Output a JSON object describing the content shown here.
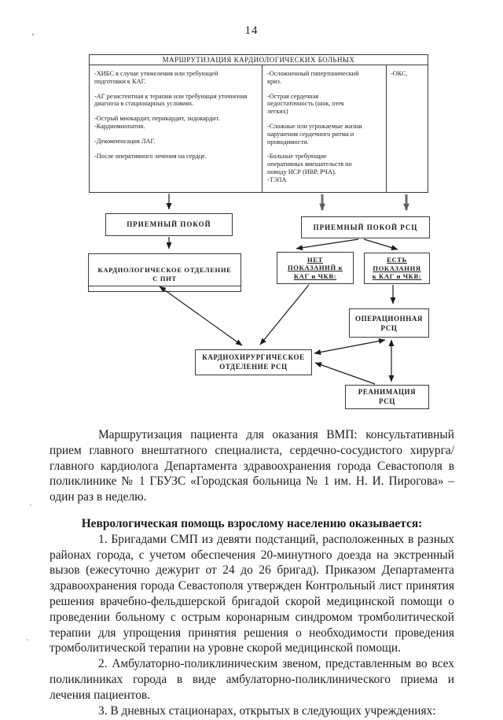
{
  "page": {
    "number": "14"
  },
  "flowchart": {
    "table": {
      "title": "МАРШРУТИЗАЦИЯ КАРДИОЛОГИЧЕСКИХ БОЛЬНЫХ",
      "col1": [
        "-ХИБС в случае утяжеления или требующей подготовки к КАГ.",
        "-АГ резистентная к терапии или требующая уточнения диагноза в стационарных условиях.",
        "-Острый миокардит, перикардит, эндокардит.\n-Кардиомиопатия.",
        "-Декомпенсация ЛАГ.",
        "-После оперативного лечения на сердце."
      ],
      "col2": [
        "-Осложненный гипертонический криз.",
        "-Острая сердечная недостаточность (шок, отек легких)",
        "-Сложные или угрожаемые жизни нарушения сердечного ритма и проводимости.",
        "-Больные требующие оперативных вмешательств по поводу НСР (ИВР, РЧА).\n-ТЭЛА"
      ],
      "col3": [
        "-ОКС."
      ]
    },
    "boxes": {
      "reception": "ПРИЕМНЫЙ ПОКОЙ",
      "reception_rsc": "ПРИЕМНЫЙ ПОКОЙ РСЦ",
      "cardiology_dept": "КАРДИОЛОГИЧЕСКОЕ ОТДЕЛЕНИЕ\nС ПИТ",
      "no_indications": "НЕТ\nПОКАЗАНИЙ к\nКАГ и ЧКВ:",
      "has_indications": "ЕСТЬ\nПОКАЗАНИЯ\nк КАГ и ЧКВ:",
      "operating_rsc": "ОПЕРАЦИОННАЯ\nРСЦ",
      "cardiosurgery_rsc": "КАРДИОХИРУРГИЧЕСКОЕ\nОТДЕЛЕНИЕ РСЦ",
      "reanimation_rsc": "РЕАНИМАЦИЯ\nРСЦ"
    },
    "colors": {
      "line": "#1c1c1c",
      "thick_arrow": "#6e6e6e",
      "border": "#3a3a3a"
    }
  },
  "text": {
    "p1": "Маршрутизация пациента для оказания ВМП: консультативный прием главного внештатного специалиста, сердечно-сосудистого хирурга/главного кардиолога Департамента здравоохранения города Севастополя в поликлинике № 1 ГБУЗС «Городская больница № 1 им. Н. И. Пирогова» – один раз в неделю.",
    "heading": "Неврологическая помощь взрослому населению оказывается:",
    "p2": "1. Бригадами СМП из девяти подстанций, расположенных в разных районах города, с учетом обеспечения 20-минутного доезда на экстренный вызов (ежесуточно дежурит от 24 до 26 бригад). Приказом Департамента здравоохранения города Севастополя утвержден Контрольный лист принятия решения врачебно-фельдшерской бригадой скорой медицинской помощи о проведении больному с острым коронарным синдромом тромболитической терапии для упрощения принятия решения о необходимости проведения тромболитической терапии на уровне скорой медицинской помощи.",
    "p3": "2. Амбулаторно-поликлиническим звеном, представленным во всех поликлиниках города в виде амбулаторно-поликлинического приема и лечения пациентов.",
    "p4": "3. В дневных стационарах, открытых в следующих учреждениях:"
  }
}
